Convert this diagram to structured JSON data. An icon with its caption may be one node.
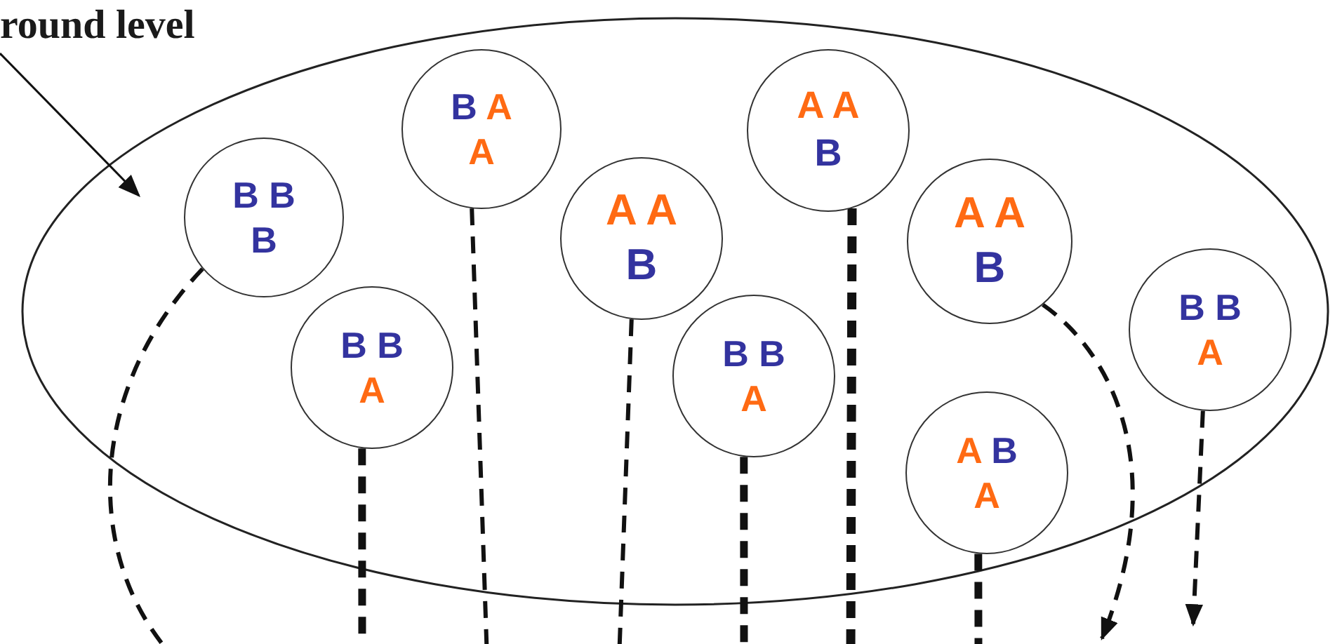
{
  "diagram": {
    "nodes": [
      {
        "text": [
          "round level"
        ]
      },
      {
        "text": [],
        "shape": "ellipse"
      },
      {
        "text": [
          "B B",
          "B"
        ],
        "in": 1
      },
      {
        "text": [
          "B B",
          "A"
        ],
        "in": 1
      },
      {
        "text": [
          "B A",
          "A"
        ],
        "in": 1
      },
      {
        "text": [
          "A A",
          "B"
        ],
        "in": 1
      },
      {
        "text": [
          "B B",
          "A"
        ],
        "in": 1
      },
      {
        "text": [
          "A A",
          "B"
        ],
        "in": 1
      },
      {
        "text": [
          "A A",
          "B"
        ],
        "in": 1
      },
      {
        "text": [
          "A B",
          "A"
        ],
        "in": 1
      },
      {
        "text": [
          "B B",
          "A"
        ],
        "in": 1
      }
    ],
    "edges": [
      {
        "from": 0,
        "to": 1,
        "arrow": "to"
      },
      {
        "from": 2,
        "to": null,
        "arrow": "none",
        "style": "dashed"
      },
      {
        "from": 3,
        "to": null,
        "arrow": "none",
        "style": "dashed"
      },
      {
        "from": 4,
        "to": null,
        "arrow": "none",
        "style": "dashed"
      },
      {
        "from": 5,
        "to": null,
        "arrow": "none",
        "style": "dashed"
      },
      {
        "from": 6,
        "to": null,
        "arrow": "none",
        "style": "dashed"
      },
      {
        "from": 7,
        "to": null,
        "arrow": "none",
        "style": "dashed"
      },
      {
        "from": 8,
        "to": null,
        "arrow": "to",
        "style": "dashed"
      },
      {
        "from": 9,
        "to": null,
        "arrow": "none",
        "style": "dashed"
      },
      {
        "from": 10,
        "to": null,
        "arrow": "to",
        "style": "dashed"
      }
    ]
  }
}
